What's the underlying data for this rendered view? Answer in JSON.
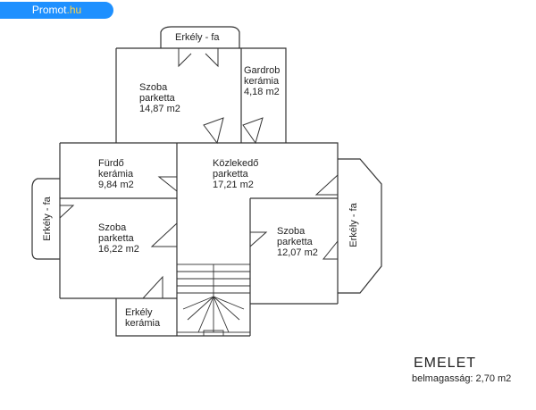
{
  "watermark": {
    "brand": "Promot",
    "tld": ".hu"
  },
  "plan": {
    "title": "EMELET",
    "subtitle": "belmagasság: 2,70 m2",
    "rooms": {
      "balcony_top": [
        "Erkély - fa"
      ],
      "bedroom_top": [
        "Szoba",
        "parketta",
        "14,87 m2"
      ],
      "wardrobe": [
        "Gardrob",
        "kerámia",
        "4,18 m2"
      ],
      "bathroom": [
        "Fürdő",
        "kerámia",
        "9,84 m2"
      ],
      "hallway": [
        "Közlekedő",
        "parketta",
        "17,21 m2"
      ],
      "balcony_left": [
        "Erkély - fa"
      ],
      "bedroom_left": [
        "Szoba",
        "parketta",
        "16,22 m2"
      ],
      "bedroom_right": [
        "Szoba",
        "parketta",
        "12,07 m2"
      ],
      "balcony_right": [
        "Erkély - fa"
      ],
      "balcony_bottom": [
        "Erkély",
        "kerámia"
      ]
    }
  }
}
